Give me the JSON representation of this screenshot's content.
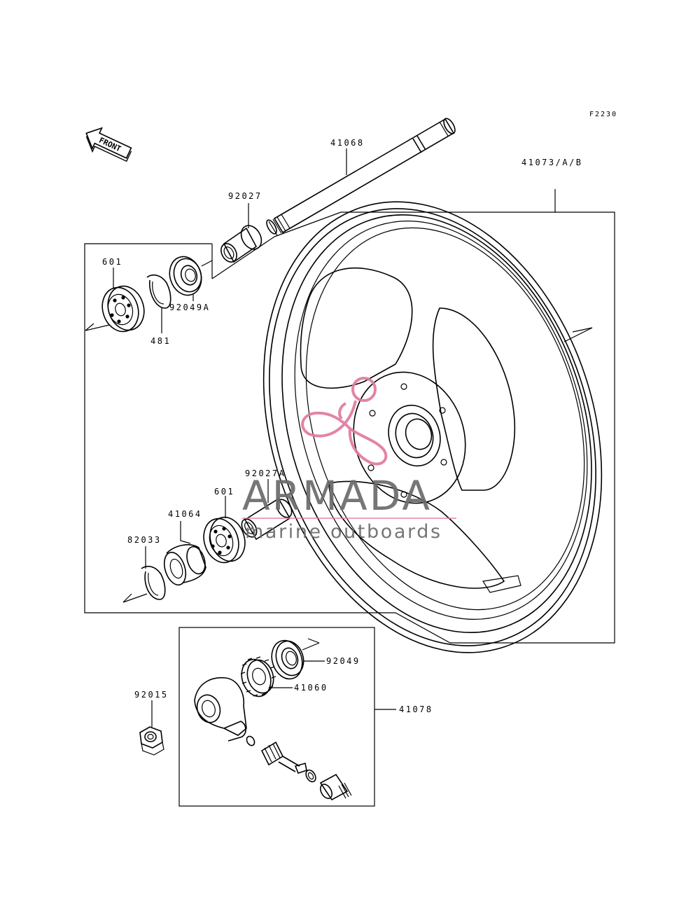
{
  "figure_code": "F2230",
  "front_arrow_label": "FRONT",
  "parts": {
    "p41068": "41068",
    "p41073": "41073/A/B",
    "p92027": "92027",
    "p601_top": "601",
    "p481": "481",
    "p92049A": "92049A",
    "p92027A": "92027A",
    "p601_mid": "601",
    "p41064": "41064",
    "p82033": "82033",
    "p92049": "92049",
    "p41060": "41060",
    "p41078": "41078",
    "p92015": "92015"
  },
  "watermark": {
    "brand": "ARMADA",
    "tagline": "marine outboards",
    "accent_color": "#e07aa0",
    "text_color": "#6b6b6b"
  }
}
